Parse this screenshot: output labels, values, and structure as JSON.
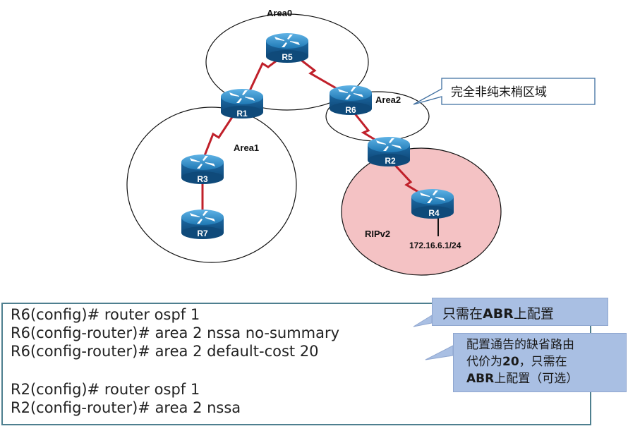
{
  "areas": {
    "area0": "Area0",
    "area1": "Area1",
    "area2": "Area2",
    "ripv2": "RIPv2"
  },
  "routers": {
    "r5": "R5",
    "r1": "R1",
    "r6": "R6",
    "r2": "R2",
    "r3": "R3",
    "r7": "R7",
    "r4": "R4"
  },
  "ip_address": "172.16.6.1/24",
  "area2_callout": "完全非纯末梢区域",
  "config": {
    "line1": "R6(config)# router ospf 1",
    "line2": "R6(config-router)# area 2 nssa no-summary",
    "line3": "R6(config-router)# area 2 default-cost 20",
    "line4": "R2(config)# router ospf 1",
    "line5": "R2(config-router)# area 2 nssa"
  },
  "notes": {
    "abr_only_prefix": "只需在",
    "abr_only_bold": "ABR",
    "abr_only_suffix": "上配置",
    "cost_line1": "配置通告的缺省路由",
    "cost_line2_prefix": "代价为",
    "cost_line2_bold": "20",
    "cost_line2_suffix": "，只需在",
    "cost_line3_bold": "ABR",
    "cost_line3_suffix": "上配置（可选）"
  },
  "colors": {
    "router_body": "#1f78b4",
    "serial_link": "#c0202a",
    "rip_fill": "#f4c2c4",
    "note_fill": "#a9bfe3",
    "config_border": "#4e7f8f"
  }
}
